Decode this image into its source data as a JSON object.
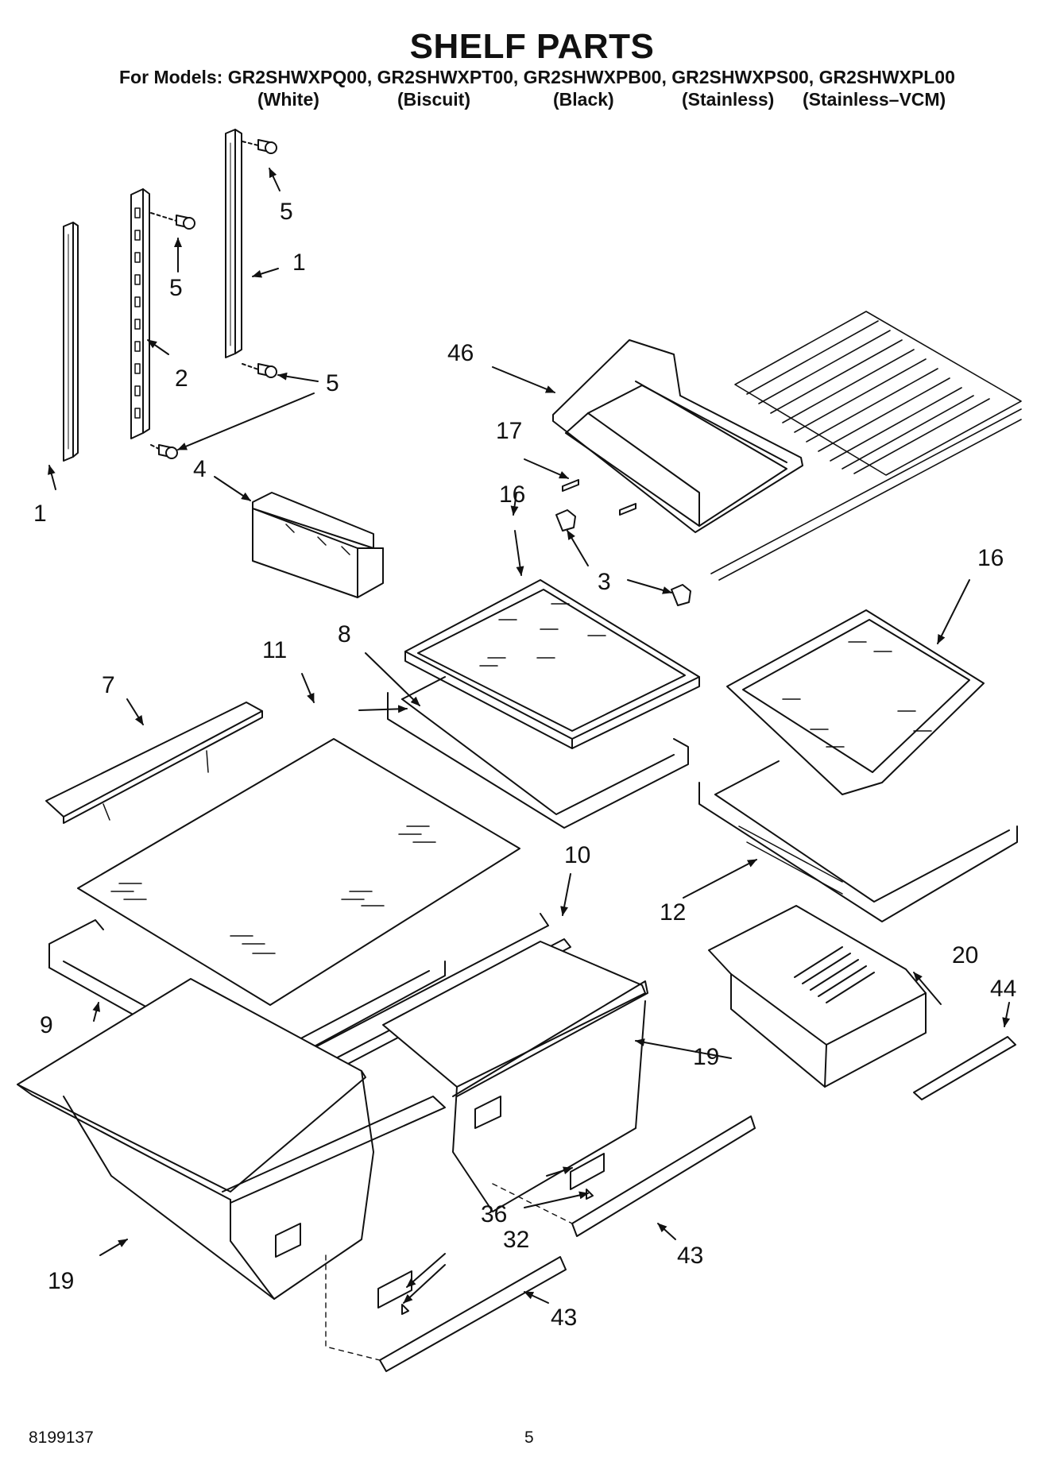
{
  "header": {
    "title": "SHELF PARTS",
    "models_line": "For Models: GR2SHWXPQ00, GR2SHWXPT00, GR2SHWXPB00, GR2SHWXPS00, GR2SHWXPL00",
    "finishes": [
      "(White)",
      "(Biscuit)",
      "(Black)",
      "(Stainless)",
      "(Stainless–VCM)"
    ]
  },
  "callouts": {
    "c1a": "1",
    "c1b": "1",
    "c2": "2",
    "c3": "3",
    "c4": "4",
    "c5a": "5",
    "c5b": "5",
    "c5c": "5",
    "c7": "7",
    "c8": "8",
    "c9": "9",
    "c10": "10",
    "c11": "11",
    "c12": "12",
    "c16a": "16",
    "c16b": "16",
    "c17": "17",
    "c19a": "19",
    "c19b": "19",
    "c20": "20",
    "c32": "32",
    "c36": "36",
    "c43a": "43",
    "c43b": "43",
    "c44": "44",
    "c46": "46"
  },
  "footer": {
    "doc_number": "8199137",
    "page_number": "5"
  }
}
